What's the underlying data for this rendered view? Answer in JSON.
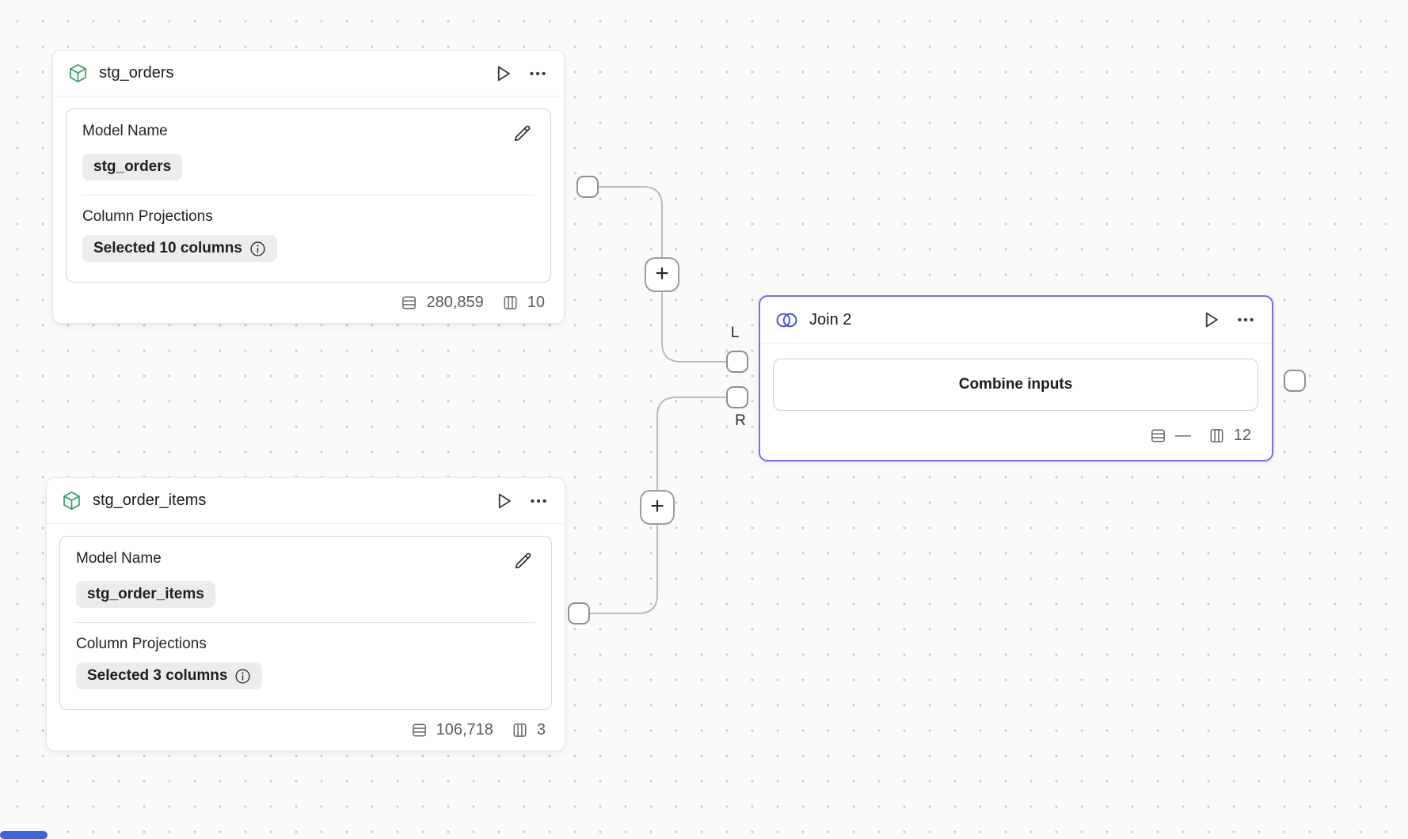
{
  "canvas": {
    "background": "#fafaf9",
    "dot_color": "#c9c9c6",
    "scroll_thumb_color": "#3e63dd"
  },
  "colors": {
    "join_accent": "#7c6ee6",
    "join_icon_blue": "#4c4fe0",
    "model_icon_green": "#2f9e62",
    "wire": "#b4b4b1"
  },
  "nodes": {
    "stg_orders": {
      "title": "stg_orders",
      "model_name_label": "Model Name",
      "model_name_value": "stg_orders",
      "column_projections_label": "Column Projections",
      "column_projections_value": "Selected 10 columns",
      "row_count": "280,859",
      "column_count": "10"
    },
    "stg_order_items": {
      "title": "stg_order_items",
      "model_name_label": "Model Name",
      "model_name_value": "stg_order_items",
      "column_projections_label": "Column Projections",
      "column_projections_value": "Selected 3 columns",
      "row_count": "106,718",
      "column_count": "3"
    },
    "join": {
      "title": "Join 2",
      "combine_button_label": "Combine inputs",
      "row_count": "—",
      "column_count": "12",
      "left_port_label": "L",
      "right_port_label": "R"
    }
  },
  "connections": {
    "add_button_label": "+"
  }
}
